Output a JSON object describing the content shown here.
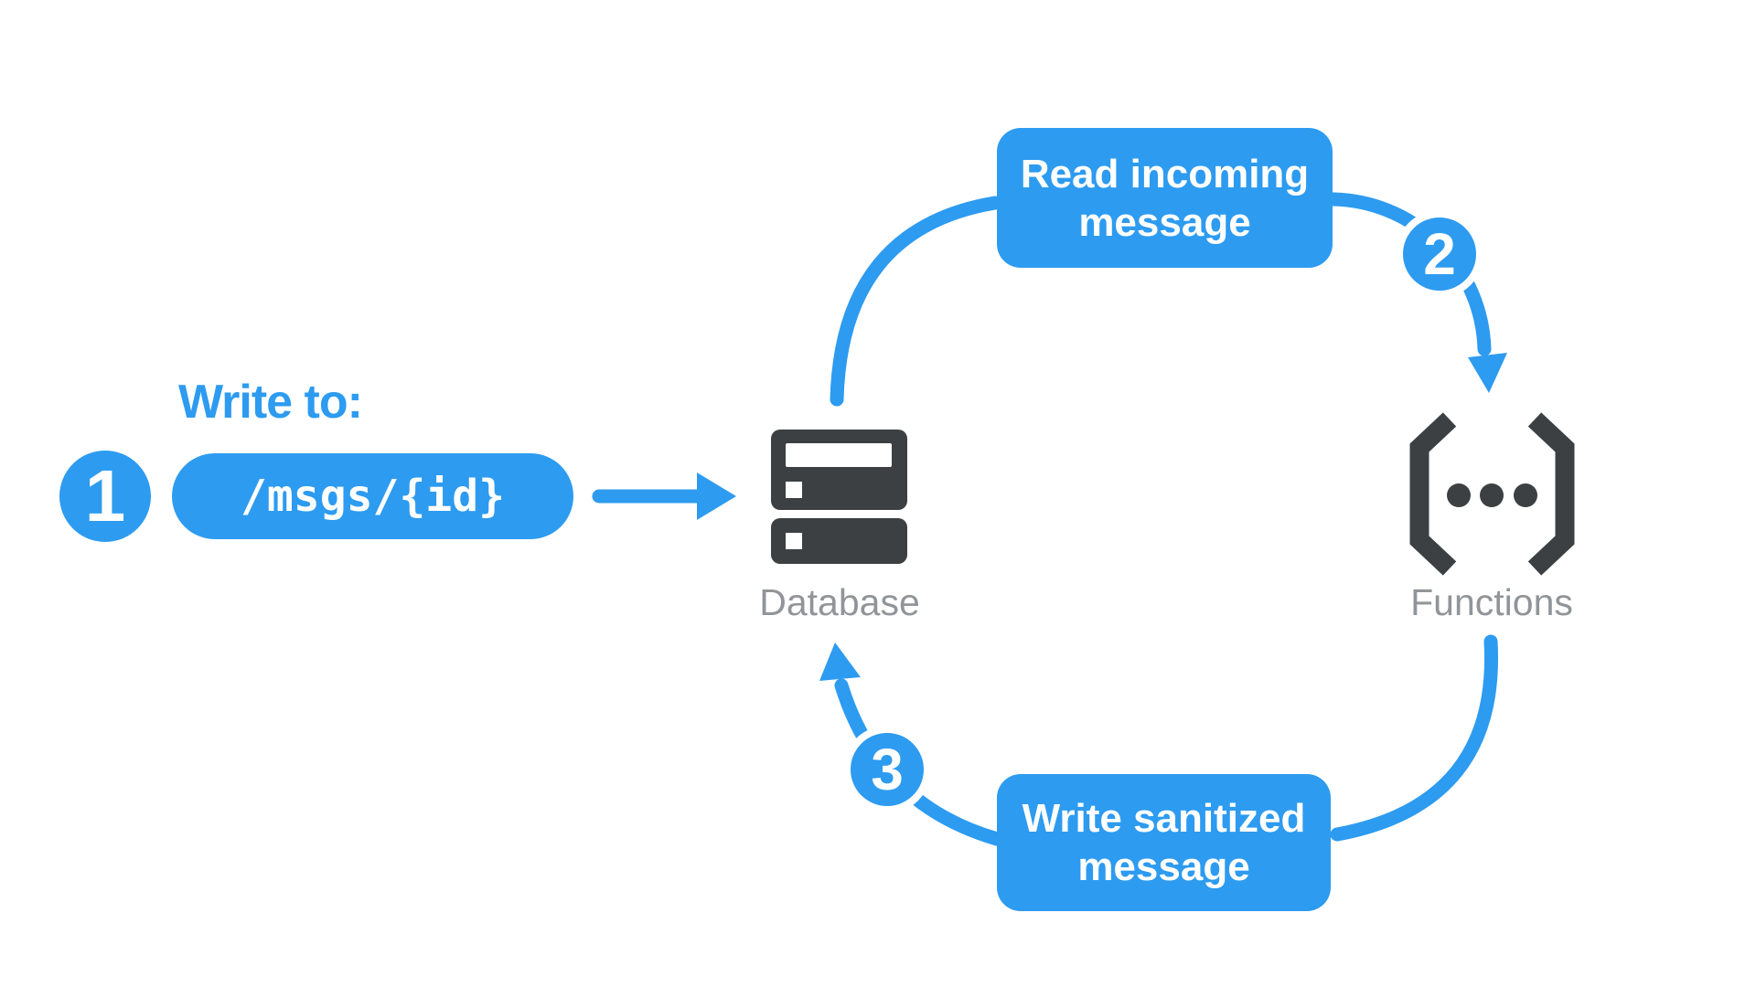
{
  "theme": {
    "accent": "#2D9BF0",
    "icon-dark": "#3C4043",
    "label-gray": "#919599",
    "box-text": "#FFFFFF"
  },
  "diagram": {
    "write_to_label": "Write to:",
    "pill_text": "/msgs/{id}",
    "steps": [
      {
        "number": "1"
      },
      {
        "number": "2"
      },
      {
        "number": "3"
      }
    ],
    "boxes": {
      "read": "Read incoming message",
      "write": "Write sanitized message"
    },
    "nodes": {
      "database": "Database",
      "functions": "Functions"
    },
    "icons": {
      "database": "server-stack-icon",
      "functions": "code-brackets-icon"
    }
  }
}
